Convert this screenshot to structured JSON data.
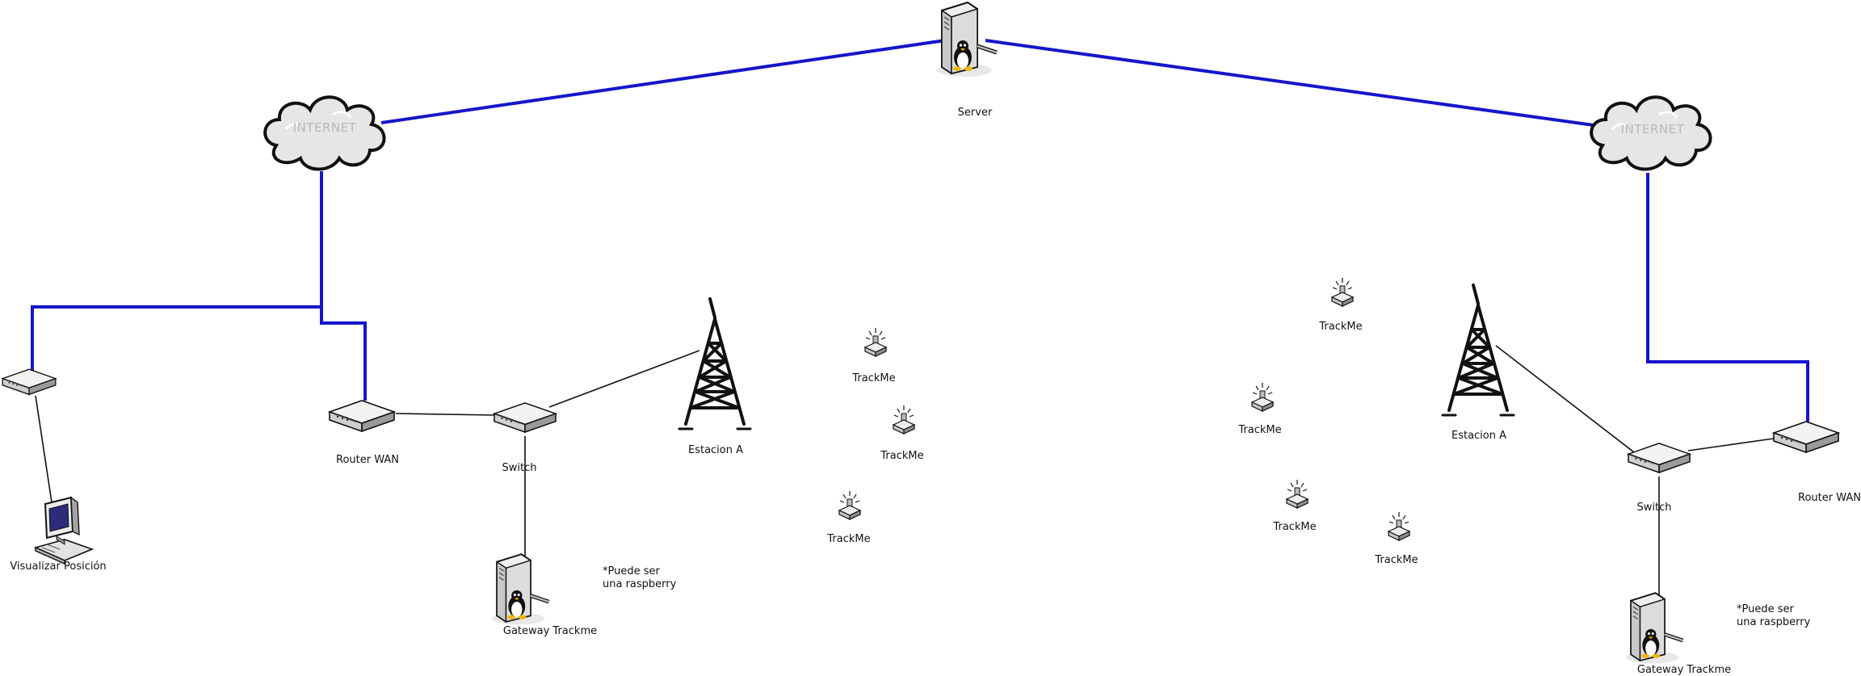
{
  "diagram": {
    "server": {
      "label": "Server"
    },
    "clouds": {
      "left": {
        "text": "INTERNET"
      },
      "right": {
        "text": "INTERNET"
      }
    },
    "left_site": {
      "router": {
        "label": "Router WAN"
      },
      "switch": {
        "label": "Switch"
      },
      "tower": {
        "label": "Estacion A"
      },
      "gateway": {
        "label": "Gateway Trackme"
      },
      "gateway_note": {
        "line1": "*Puede ser",
        "line2": "una raspberry"
      },
      "computer": {
        "label": "Visualizar Posición"
      },
      "trackers": [
        {
          "label": "TrackMe"
        },
        {
          "label": "TrackMe"
        },
        {
          "label": "TrackMe"
        }
      ]
    },
    "right_site": {
      "router": {
        "label": "Router WAN"
      },
      "switch": {
        "label": "Switch"
      },
      "tower": {
        "label": "Estacion A"
      },
      "gateway": {
        "label": "Gateway Trackme"
      },
      "gateway_note": {
        "line1": "*Puede ser",
        "line2": "una raspberry"
      },
      "trackers": [
        {
          "label": "TrackMe"
        },
        {
          "label": "TrackMe"
        },
        {
          "label": "TrackMe"
        },
        {
          "label": "TrackMe"
        }
      ]
    }
  }
}
